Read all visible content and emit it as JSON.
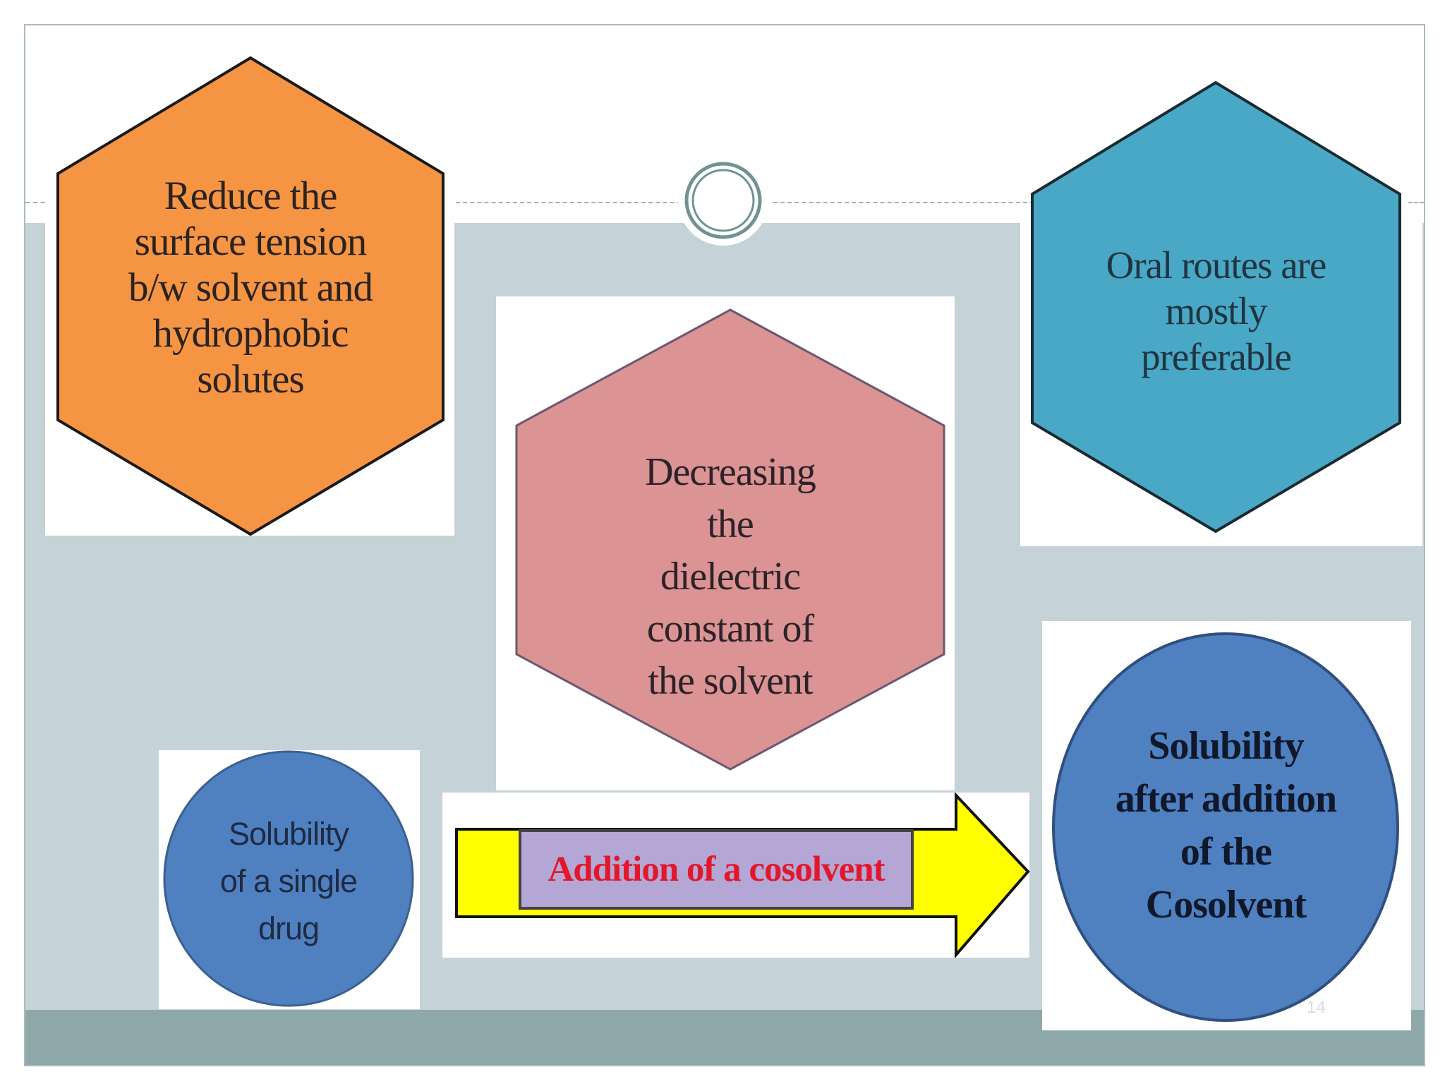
{
  "slide": {
    "page_number": "14",
    "colors": {
      "band": "#c5d2d8",
      "footer": "#8ea8aa",
      "orange_hexagon": "#f59544",
      "pink_hexagon": "#db9394",
      "teal_hexagon": "#49a8c6",
      "blue_circle": "#4f81c0",
      "arrow_fill": "#ffff00",
      "label_box": "#b4a7d6",
      "label_text": "#e3172c"
    }
  },
  "diagram": {
    "hexagon_left": {
      "text": "Reduce the\nsurface tension\nb/w solvent and\nhydrophobic\nsolutes"
    },
    "hexagon_center": {
      "text": "Decreasing\nthe\ndielectric\nconstant of\nthe solvent"
    },
    "hexagon_right": {
      "text": "Oral routes are\nmostly\npreferable"
    },
    "circle_left": {
      "text": "Solubility\nof a single\ndrug"
    },
    "arrow": {
      "label": "Addition of a cosolvent"
    },
    "circle_right": {
      "text": "Solubility\nafter addition\nof the\nCosolvent"
    }
  }
}
